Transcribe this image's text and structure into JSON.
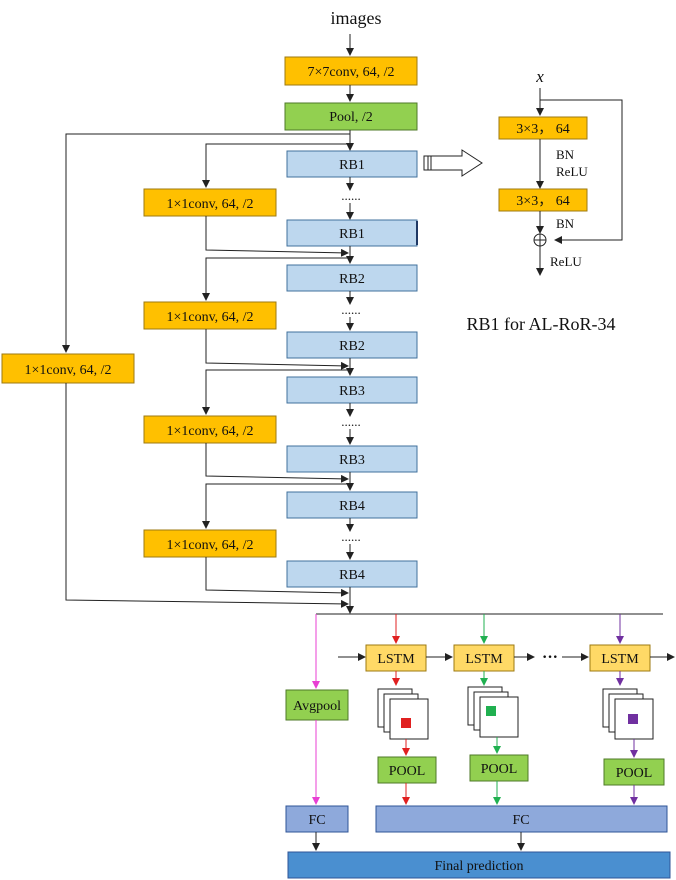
{
  "labels": {
    "images": "images",
    "conv7": "7×7conv, 64, /2",
    "pool": "Pool, /2",
    "rb1": "RB1",
    "rb2": "RB2",
    "rb3": "RB3",
    "rb4": "RB4",
    "conv1x1": "1×1conv, 64, /2",
    "dots": "......",
    "inset_x": "x",
    "inset_conv": "3×3， 64",
    "inset_bn": "BN",
    "inset_relu": "ReLU",
    "inset_title": "RB1 for AL-RoR-34",
    "lstm": "LSTM",
    "ellipsis": "···",
    "avgpool": "Avgpool",
    "pool_cap": "POOL",
    "fc": "FC",
    "final": "Final prediction"
  },
  "colors": {
    "orange": "#FFC000",
    "green": "#92D050",
    "blue": "#BDD7EE",
    "lstm": "#FFD966",
    "fc": "#8EA9DB",
    "final": "#4A8FD0",
    "arrow_magenta": "#E83FD3",
    "arrow_red": "#E02020",
    "arrow_green": "#20B050",
    "arrow_purple": "#7030A0"
  }
}
